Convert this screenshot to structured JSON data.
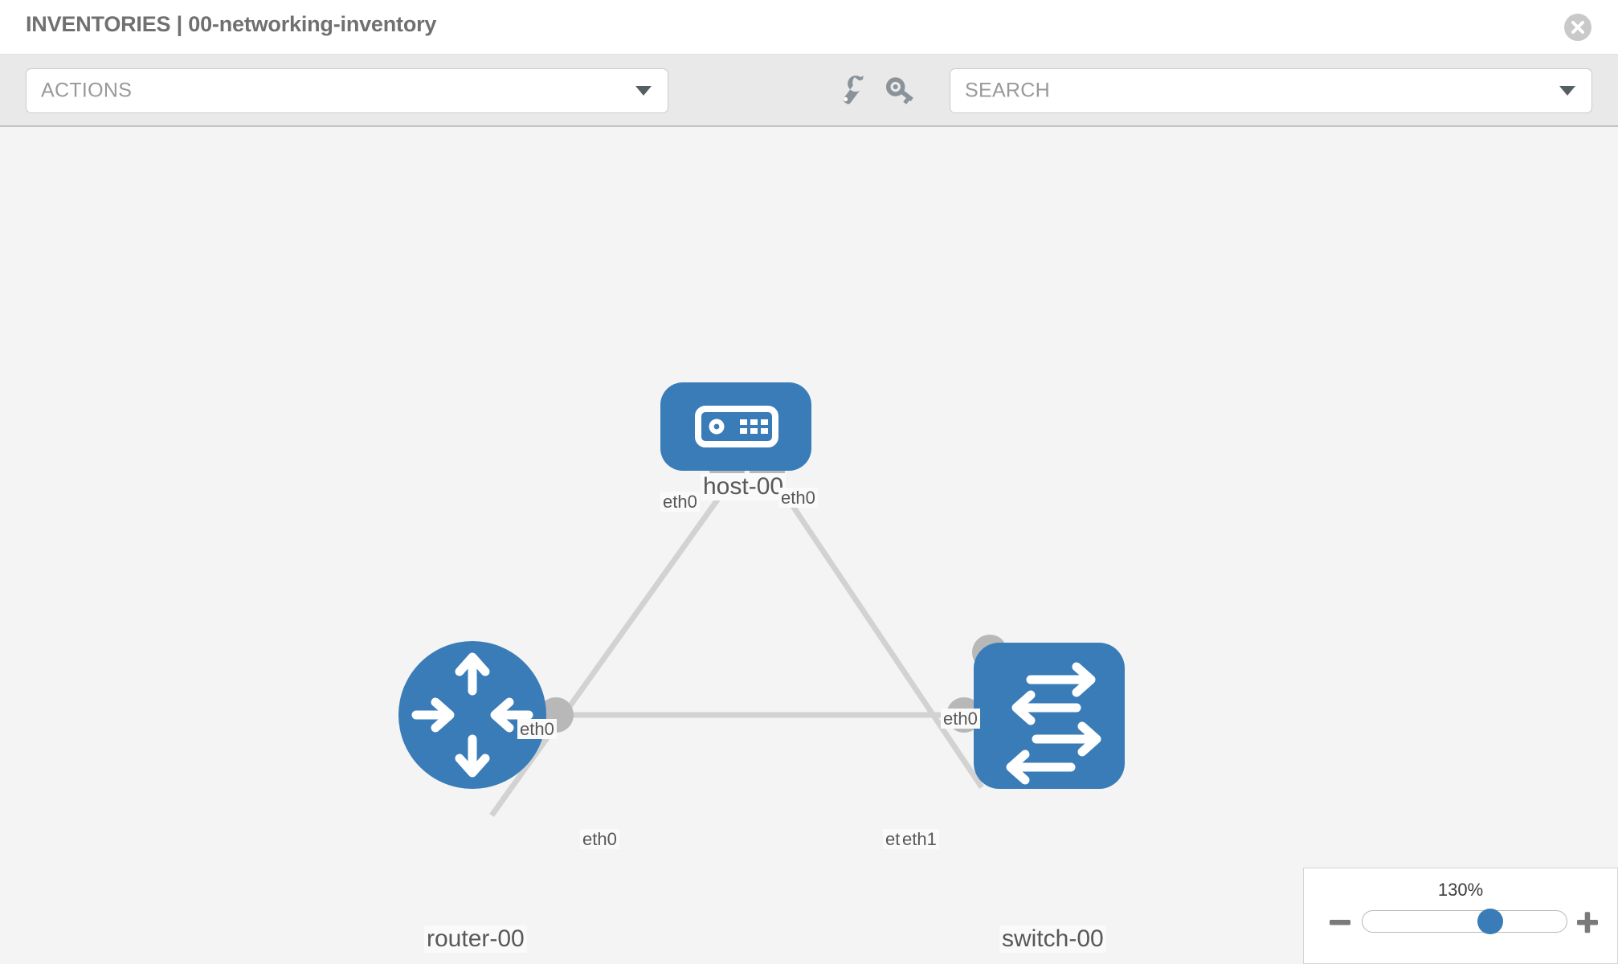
{
  "header": {
    "title": "INVENTORIES | 00-networking-inventory",
    "close_icon": "close-circle-icon"
  },
  "toolbar": {
    "actions_select": {
      "label": "ACTIONS",
      "caret": "chevron-down-icon"
    },
    "search_select": {
      "label": "SEARCH",
      "caret": "chevron-down-icon"
    },
    "wrench_icon": "wrench-icon",
    "key_icon": "key-icon"
  },
  "topology": {
    "nodes": [
      {
        "id": "host-00",
        "label": "host-00",
        "type": "host",
        "icon": "server-appliance-icon",
        "color": "#3a7cb8"
      },
      {
        "id": "router-00",
        "label": "router-00",
        "type": "router",
        "icon": "router-arrows-icon",
        "color": "#3a7cb8"
      },
      {
        "id": "switch-00",
        "label": "switch-00",
        "type": "switch",
        "icon": "switch-arrows-icon",
        "color": "#3a7cb8"
      }
    ],
    "links": [
      {
        "source": "router-00",
        "target": "host-00",
        "source_iface": "eth0",
        "target_iface": "eth0"
      },
      {
        "source": "host-00",
        "target": "switch-00",
        "source_iface": "eth0",
        "target_iface": "eth0"
      },
      {
        "source": "router-00",
        "target": "switch-00",
        "source_iface": "eth0",
        "target_iface": "eth1"
      }
    ],
    "interface_labels": {
      "host_left": "eth0",
      "host_right": "eth0",
      "router_uplink": "eth0",
      "switch_uplink": "eth0",
      "router_right": "eth0",
      "switch_left_0": "eth0",
      "switch_left_1": "eth1"
    },
    "link_color": "#d2d2d2",
    "connector_color": "#b8b8b8"
  },
  "zoom_control": {
    "value": "130%",
    "minus_icon": "minus-icon",
    "plus_icon": "plus-icon",
    "slider_position_percent": 63
  }
}
